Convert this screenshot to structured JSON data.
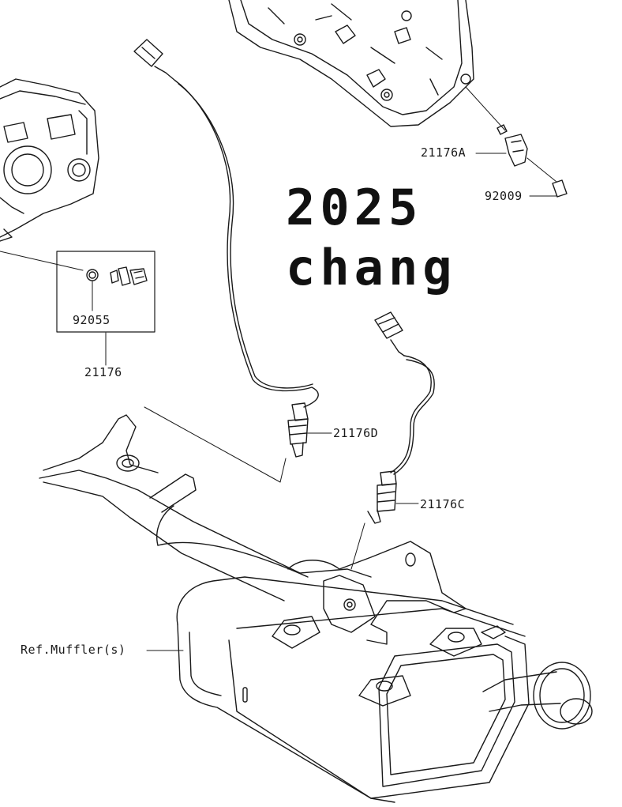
{
  "labels": {
    "p21176A": "21176A",
    "p92009": "92009",
    "p92055": "92055",
    "p21176": "21176",
    "p21176D": "21176D",
    "p21176C": "21176C",
    "muffler": "Ref.Muffler(s)"
  },
  "watermark": {
    "line1": "2025",
    "line2": "chang"
  }
}
